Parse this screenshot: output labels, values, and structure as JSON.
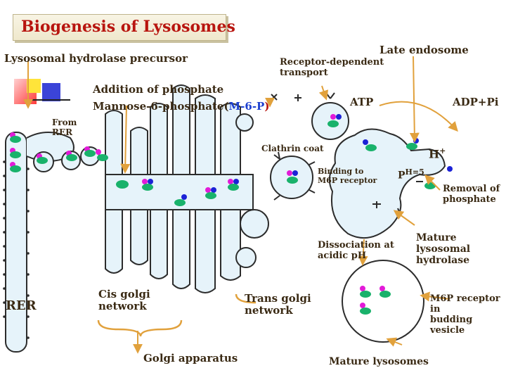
{
  "title": "Biogenesis of Lysosomes",
  "labels": {
    "precursor": "Lysosomal hydrolase precursor",
    "late_endosome": "Late endosome",
    "receptor_transport": "Receptor-dependent\ntransport",
    "addition_phosphate": "Addition of phosphate",
    "m6p_prefix": "Mannose-6-phosphate(",
    "m6p_abbr": "M-6-P",
    "m6p_suffix": ")",
    "atp": "ATP",
    "adp": "ADP+Pi",
    "from_rer": "From\nRER",
    "clathrin": "Clathrin coat",
    "h_plus": "H",
    "h_sup": "+",
    "binding": "Binding to\nM6P receptor",
    "ph": "P",
    "ph_rest": "H=5",
    "removal": "Removal of\nphosphate",
    "mature_hydrolase": "Mature\nlysosomal\nhydrolase",
    "dissociation": "Dissociation at\nacidic pH",
    "rer": "RER",
    "cis": "Cis golgi\nnetwork",
    "trans": "Trans golgi\nnetwork",
    "m6p_receptor_vesicle": "M6P receptor in\nbudding vesicle",
    "golgi": "Golgi apparatus",
    "mature_lysosomes": "Mature lysosomes"
  },
  "colors": {
    "title": "#b8150f",
    "label": "#3a2a14",
    "membrane": "#2c2c2c",
    "lumen": "#e6f3fa",
    "green": "#19b26b",
    "magenta": "#e21bd8",
    "blue": "#1c22d6",
    "arrow": "#e1a13c",
    "bracket": "#e1a13c",
    "m6p_highlight": "#1c3fd0"
  }
}
